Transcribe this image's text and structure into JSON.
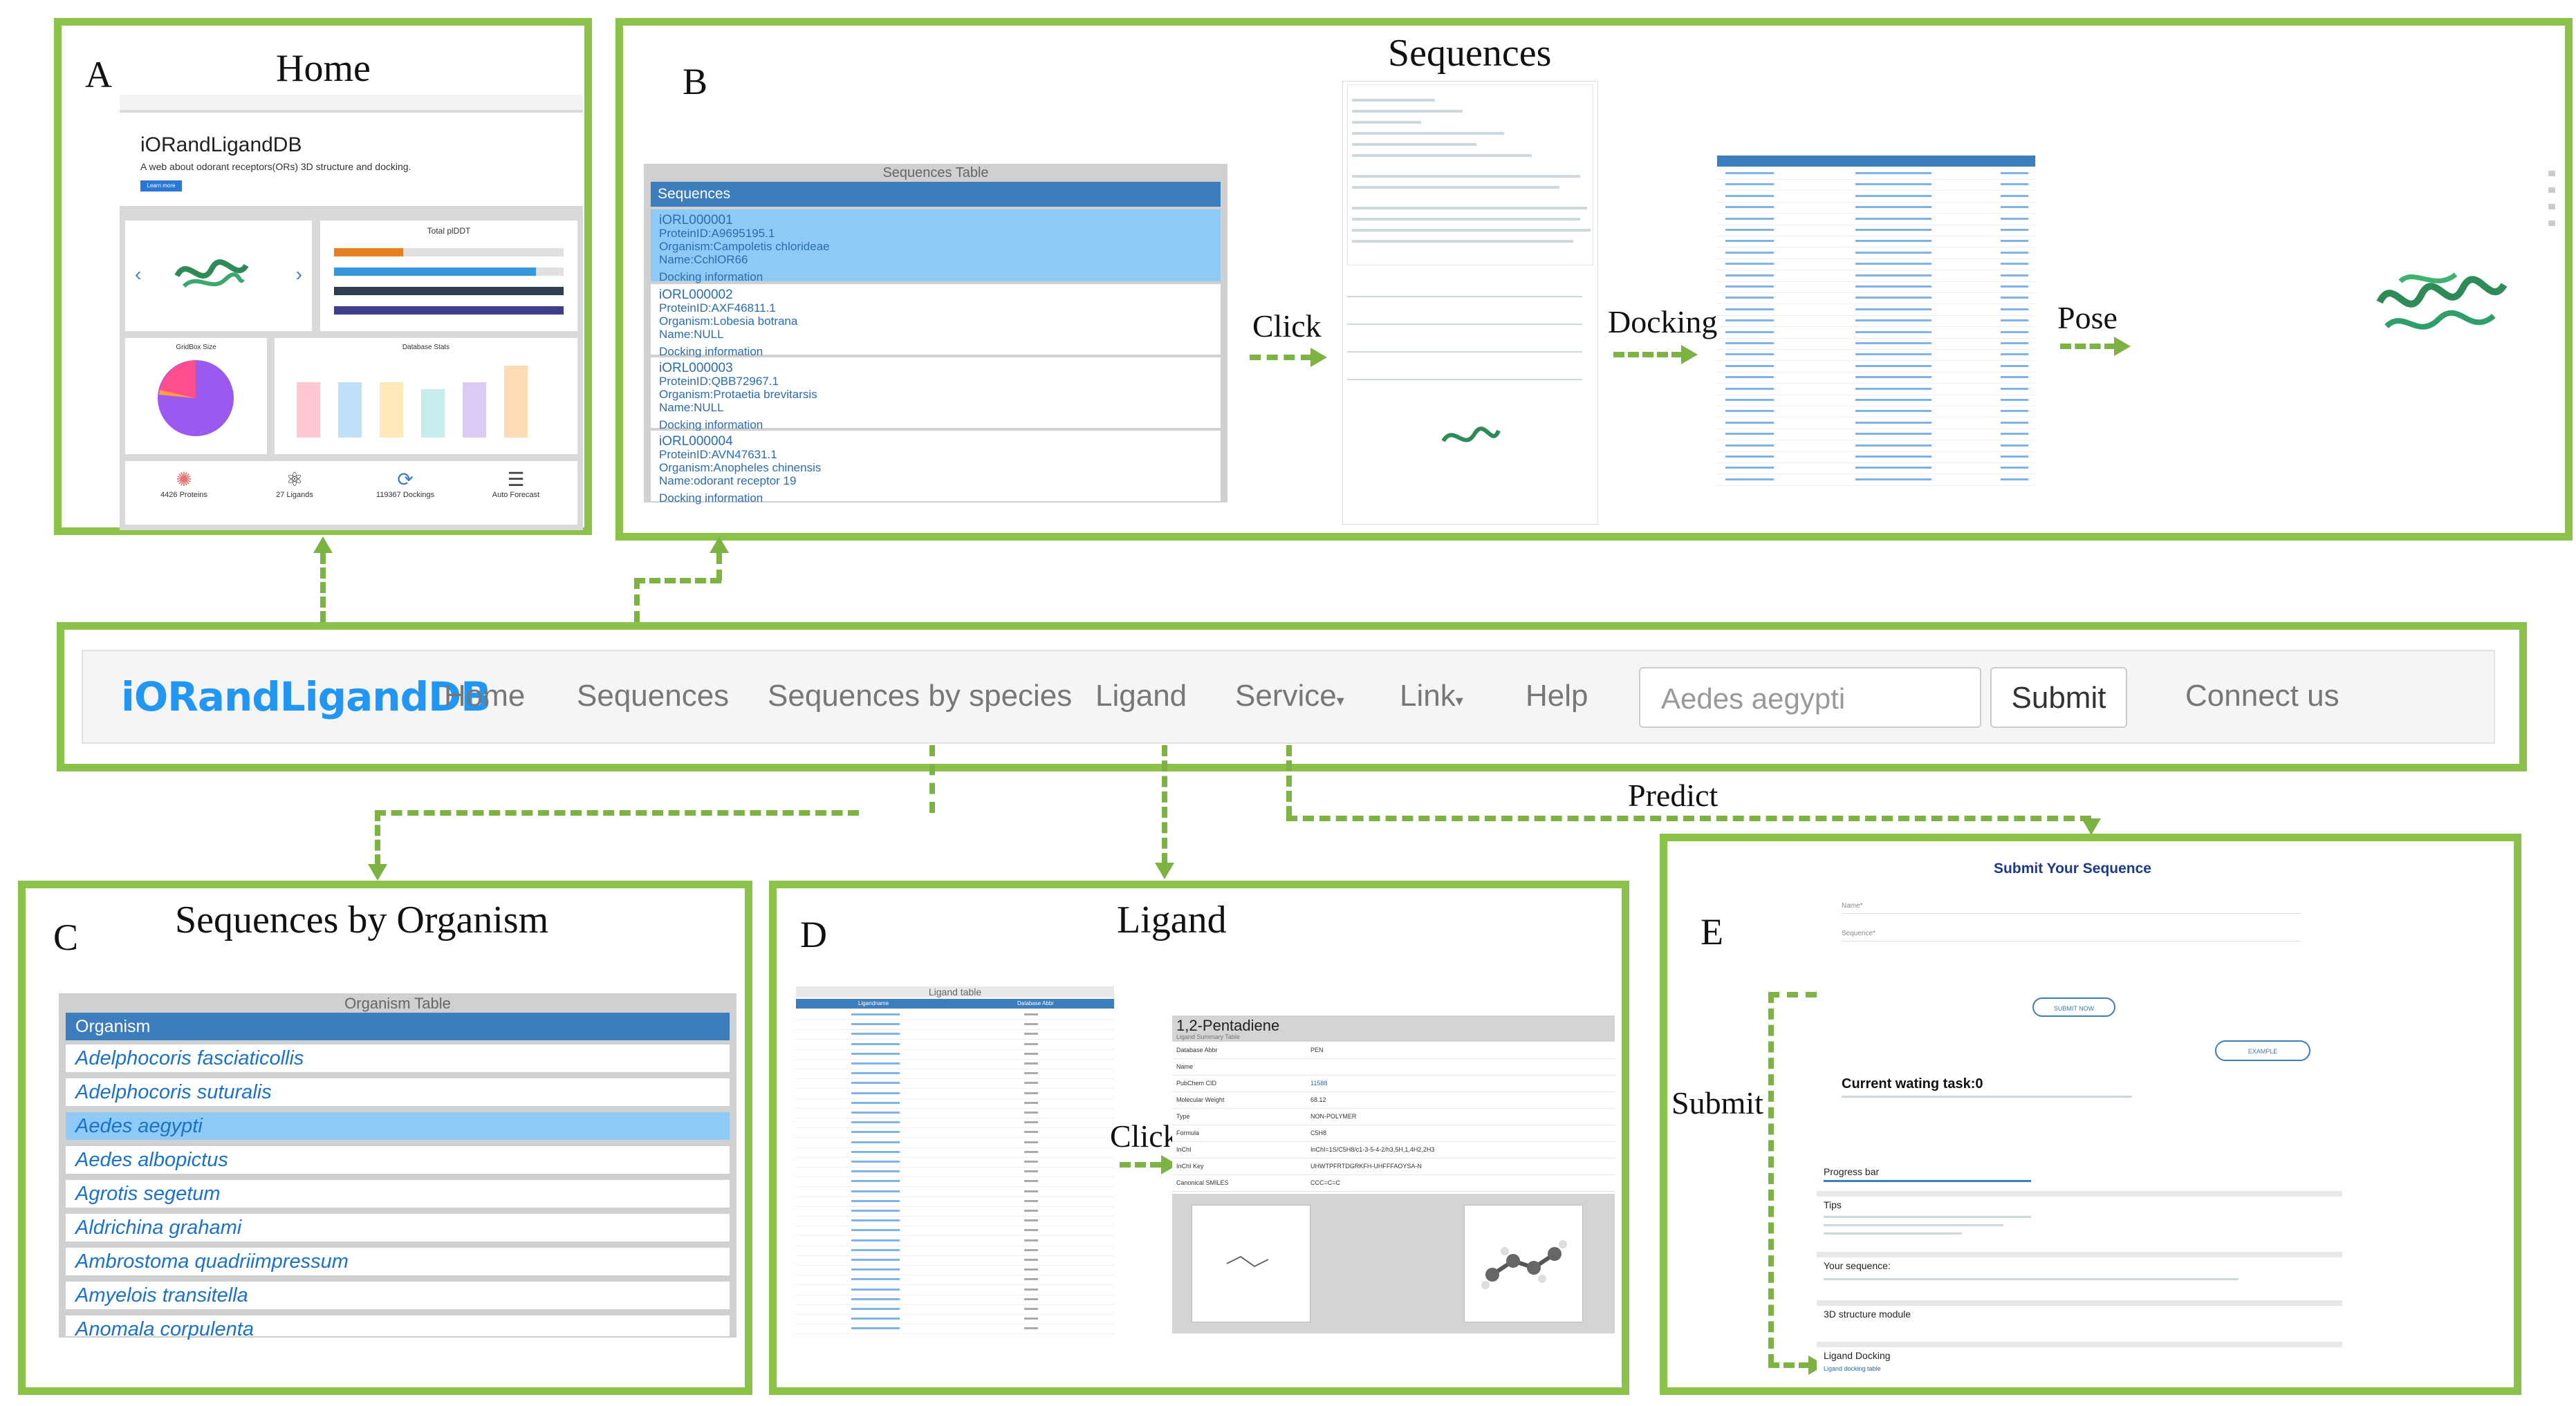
{
  "labels": {
    "panel_a": "A",
    "panel_b": "B",
    "panel_c": "C",
    "panel_d": "D",
    "panel_e": "E"
  },
  "titles": {
    "home": "Home",
    "sequences": "Sequences",
    "organism": "Sequences by Organism",
    "ligand": "Ligand"
  },
  "flow": {
    "click1": "Click",
    "docking": "Docking",
    "pose": "Pose",
    "predict": "Predict",
    "click2": "Click",
    "submit": "Submit"
  },
  "navbar": {
    "logo": "iORandLigandDB",
    "items": [
      "Home",
      "Sequences",
      "Sequences by species",
      "Ligand",
      "Service",
      "Link",
      "Help"
    ],
    "search_value": "Aedes aegypti",
    "submit_label": "Submit",
    "connect_label": "Connect us"
  },
  "home": {
    "site_title": "iORandLigandDB",
    "tagline": "A web about odorant receptors(ORs) 3D structure and docking.",
    "learn_more": "Learn more",
    "plddt_title": "Total plDDT",
    "gridbox_title": "GridBox Size",
    "stats_title": "Database Stats",
    "stats": [
      {
        "label": "4426 Proteins"
      },
      {
        "label": "27 Ligands"
      },
      {
        "label": "119367 Dockings"
      },
      {
        "label": "Auto Forecast"
      }
    ]
  },
  "sequences_table": {
    "caption": "Sequences Table",
    "header": "Sequences",
    "entries": [
      {
        "id": "iORL000001",
        "protein": "ProteinID:A9695195.1",
        "organism": "Organism:Campoletis chlorideae",
        "name": "Name:CchlOR66",
        "link": "Docking information"
      },
      {
        "id": "iORL000002",
        "protein": "ProteinID:AXF46811.1",
        "organism": "Organism:Lobesia botrana",
        "name": "Name:NULL",
        "link": "Docking information"
      },
      {
        "id": "iORL000003",
        "protein": "ProteinID:QBB72967.1",
        "organism": "Organism:Protaetia brevitarsis",
        "name": "Name:NULL",
        "link": "Docking information"
      },
      {
        "id": "iORL000004",
        "protein": "ProteinID:AVN47631.1",
        "organism": "Organism:Anopheles chinensis",
        "name": "Name:odorant receptor 19",
        "link": "Docking information"
      }
    ]
  },
  "organism_table": {
    "caption": "Organism Table",
    "header": "Organism",
    "rows": [
      "Adelphocoris fasciaticollis",
      "Adelphocoris suturalis",
      "Aedes aegypti",
      "Aedes albopictus",
      "Agrotis segetum",
      "Aldrichina grahami",
      "Ambrostoma quadriimpressum",
      "Amyelois transitella",
      "Anomala corpulenta"
    ]
  },
  "ligand": {
    "table_caption": "Ligand table",
    "col1": "Ligandname",
    "col2": "Database Abbr",
    "detail_title": "1,2-Pentadiene",
    "detail_subtitle": "Ligand Summary Table",
    "fields": [
      [
        "Database Abbr",
        "PEN"
      ],
      [
        "Name",
        ""
      ],
      [
        "PubChem CID",
        "11588"
      ],
      [
        "Molecular Weight",
        "68.12"
      ],
      [
        "Type",
        "NON-POLYMER"
      ],
      [
        "Formula",
        "C5H8"
      ],
      [
        "InChI",
        "InChI=1S/C5H8/c1-3-5-4-2/h3,5H,1,4H2,2H3"
      ],
      [
        "InChI Key",
        "UHWTPFRTDGRKFH-UHFFFAOYSA-N"
      ],
      [
        "Canonical SMILES",
        "CCC=C=C"
      ]
    ]
  },
  "submit": {
    "title": "Submit Your Sequence",
    "name_label": "Name*",
    "sequence_label": "Sequence*",
    "submit_now": "SUBMIT NOW",
    "example": "EXAMPLE",
    "current_task": "Current wating task:0",
    "progress_title": "Progress bar",
    "tips_title": "Tips",
    "your_sequence": "Your sequence:",
    "structure_module": "3D structure module",
    "ligand_docking": "Ligand Docking",
    "ligand_docking_link": "Ligand docking table"
  },
  "colors": {
    "panel_border": "#8bc34a",
    "accent": "#2196f3",
    "table_header": "#3c7dbd",
    "highlight": "#8ecaf5"
  }
}
